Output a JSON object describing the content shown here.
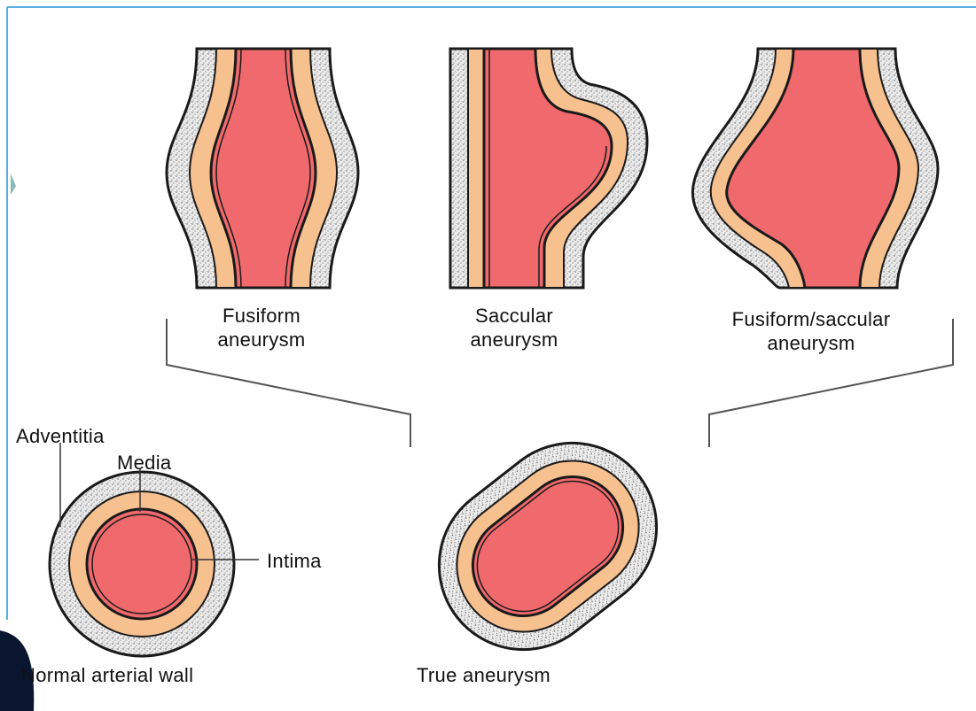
{
  "labels": {
    "fusiform_line1": "Fusiform",
    "fusiform_line2": "aneurysm",
    "saccular_line1": "Saccular",
    "saccular_line2": "aneurysm",
    "fusiform_saccular_line1": "Fusiform/saccular",
    "fusiform_saccular_line2": "aneurysm",
    "adventitia": "Adventitia",
    "media": "Media",
    "intima": "Intima",
    "normal_wall": "Normal arterial wall",
    "true_aneurysm": "True aneurysm"
  },
  "colors": {
    "lumen": "#f06a6d",
    "media": "#f7c08f",
    "adventitia": "#ededed",
    "outline": "#1a1a1a",
    "accent_frame": "#5ab0e0",
    "corner_mark": "#0a1630"
  }
}
